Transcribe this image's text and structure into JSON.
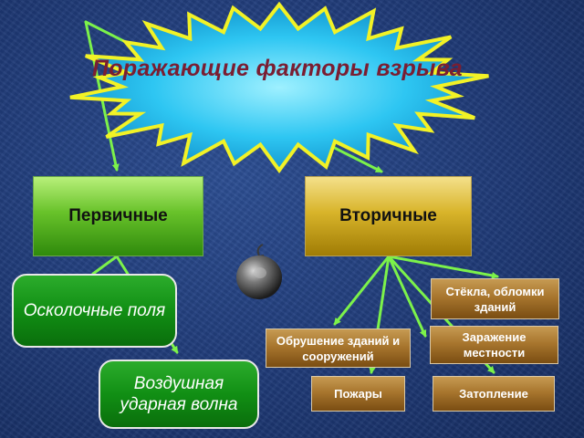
{
  "title": "Поражающие факторы взрыва",
  "primary": {
    "label": "Первичные",
    "items": [
      "Осколочные поля",
      "Воздушная ударная волна"
    ]
  },
  "secondary": {
    "label": "Вторичные",
    "items": [
      "Стёкла, обломки зданий",
      "Заражение местности",
      "Обрушение зданий и сооружений",
      "Пожары",
      "Затопление"
    ]
  },
  "colors": {
    "background": "#1f3a77",
    "arrow": "#7cf24a",
    "title_text": "#7a1e32",
    "burst_fill": "#2ec6f2",
    "burst_outline": "#f2f226",
    "primary_box": "#68c22a",
    "secondary_box": "#d8b42a",
    "effect_box_green": "#118f14",
    "effect_box_brown": "#a8762e"
  },
  "icons": [
    "bomb-icon"
  ]
}
